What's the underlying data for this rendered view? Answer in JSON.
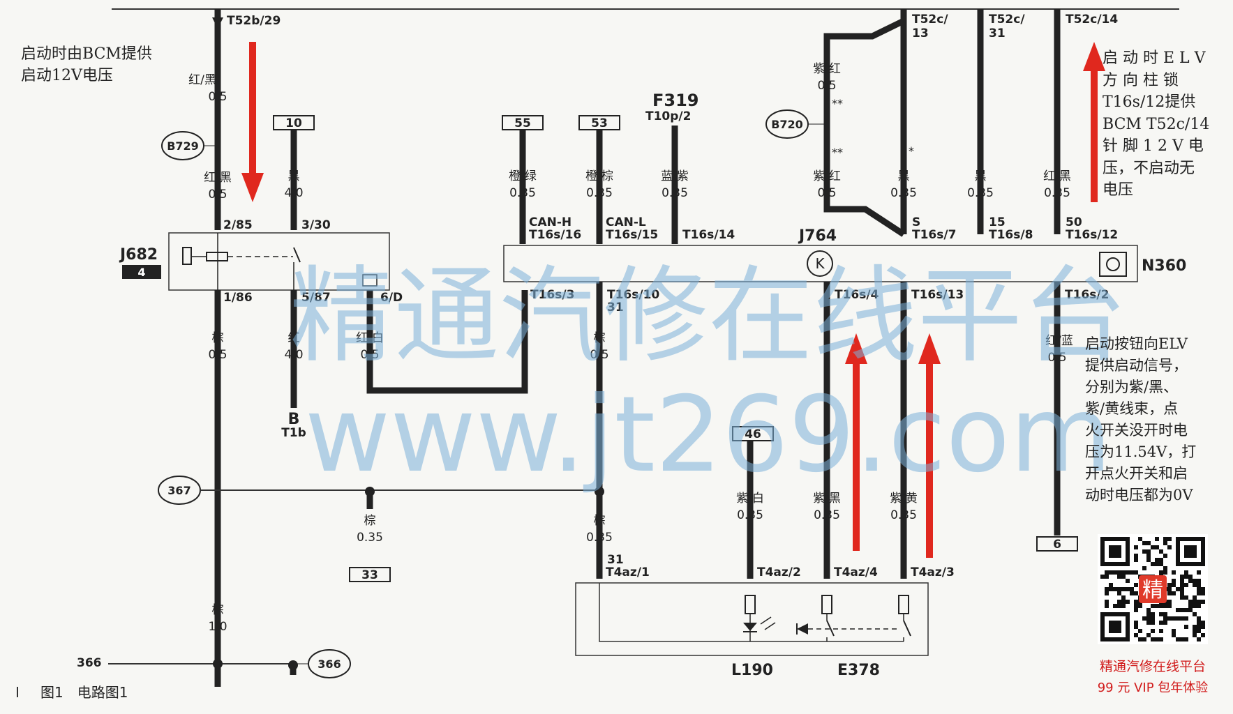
{
  "notes": {
    "bcm_supply": [
      "启动时由BCM提供",
      "启动12V电压"
    ],
    "elv_supply": [
      "启 动 时 E L V",
      "方 向 柱 锁",
      "T16s/12提供",
      "BCM T52c/14",
      "针 脚 1 2 V 电",
      "压，不启动无",
      "电压"
    ],
    "start_button": [
      "启动按钮向ELV",
      "提供启动信号，",
      "分别为紫/黑、",
      "紫/黄线束，点",
      "火开关没开时电",
      "压为11.54V，打",
      "开点火开关和启",
      "动时电压都为0V"
    ]
  },
  "caption": "图1　电路图1",
  "watermark": {
    "line1": "精通汽修在线平台",
    "line2": "www.jt269.com"
  },
  "qr": {
    "center_char": "精",
    "caption1": "精通汽修在线平台",
    "caption2": "99 元 VIP 包年体验"
  },
  "components": {
    "j682_name": "J682",
    "j682_num": "4",
    "j764": "J764",
    "n360": "N360",
    "f319": "F319",
    "f319_sub": "T10p/2",
    "l190": "L190",
    "e378": "E378",
    "b_name": "B",
    "b_sub": "T1b"
  },
  "connectors": {
    "t52b29": "T52b/29",
    "t52c13_a": "T52c/",
    "t52c13_b": "13",
    "t52c31_a": "T52c/",
    "t52c31_b": "31",
    "t52c14": "T52c/14",
    "p285": "2/85",
    "p330": "3/30",
    "p186": "1/86",
    "p587": "5/87",
    "p6d": "6/D",
    "t16s16": "T16s/16",
    "t16s15": "T16s/15",
    "t16s14": "T16s/14",
    "t16s7": "T16s/7",
    "t16s8": "T16s/8",
    "t16s12": "T16s/12",
    "t16s3": "T16s/3",
    "t16s10": "T16s/10",
    "t16s4": "T16s/4",
    "t16s13": "T16s/13",
    "t16s2": "T16s/2",
    "t4az1": "T4az/1",
    "t4az2": "T4az/2",
    "t4az4": "T4az/4",
    "t4az3": "T4az/3",
    "can_h": "CAN-H",
    "can_l": "CAN-L",
    "pin_s": "S",
    "pin_15": "15",
    "pin_50": "50",
    "pin_31a": "31",
    "pin_31b": "31"
  },
  "nodes": {
    "b729": "B729",
    "b720": "B720",
    "n367": "367",
    "n366a": "366",
    "n366b": "366"
  },
  "refs": {
    "r10": "10",
    "r55": "55",
    "r53": "53",
    "r46": "46",
    "r33": "33",
    "r6": "6"
  },
  "wires": {
    "w1c": "红/黑",
    "w1s": "0.5",
    "w2c": "红/黑",
    "w2s": "0.5",
    "w10c": "黑",
    "w10s": "4.0",
    "w55c": "橙/绿",
    "w55s": "0.35",
    "w53c": "橙/棕",
    "w53s": "0.35",
    "wfc": "蓝/紫",
    "wfs": "0.35",
    "wpu_c": "紫/红",
    "wpu_s": "0.5",
    "wpl_c": "紫/红",
    "wpl_s": "0.5",
    "w13c": "黑",
    "w13s": "0.35",
    "w31c": "黑",
    "w31s": "0.35",
    "w14c": "红/黑",
    "w14s": "0.35",
    "w86c": "棕",
    "w86s": "0.5",
    "w87c": "红",
    "w87s": "4.0",
    "wdc": "红/白",
    "wds": "0.5",
    "w10bc": "棕",
    "w10bs": "0.5",
    "w2bc": "红/蓝",
    "w2bs": "0.5",
    "w33c": "棕",
    "w33s": "0.35",
    "wgc": "棕",
    "wgs": "0.35",
    "wl2c": "紫/白",
    "wl2s": "0.35",
    "wl4c": "紫/黑",
    "wl4s": "0.35",
    "wl3c": "紫/黄",
    "wl3s": "0.35",
    "wbot_c": "棕",
    "wbot_s": "1.0",
    "star2a": "**",
    "star2b": "**",
    "star1": "*"
  }
}
